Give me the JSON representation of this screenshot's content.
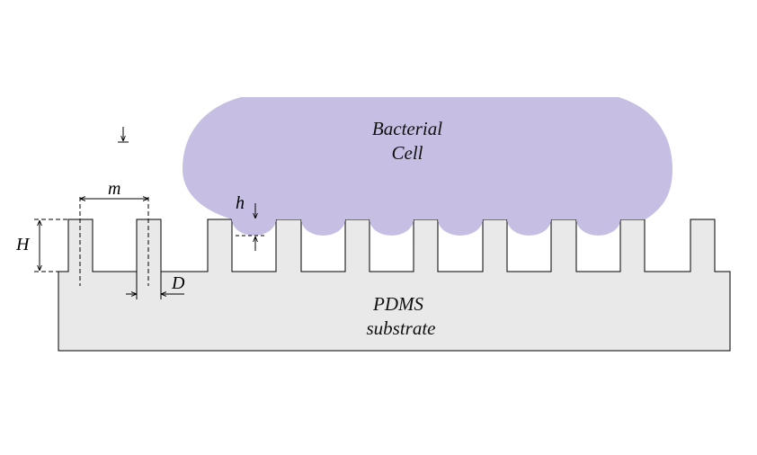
{
  "labels": {
    "cell_line1": "Bacterial",
    "cell_line2": "Cell",
    "substrate_line1": "PDMS",
    "substrate_line2": "substrate",
    "m": "m",
    "H": "H",
    "h": "h",
    "D": "D"
  },
  "colors": {
    "background": "#ffffff",
    "substrate_fill": "#e9e9e9",
    "cell_fill": "#c6bfe3",
    "stroke": "#000000"
  }
}
